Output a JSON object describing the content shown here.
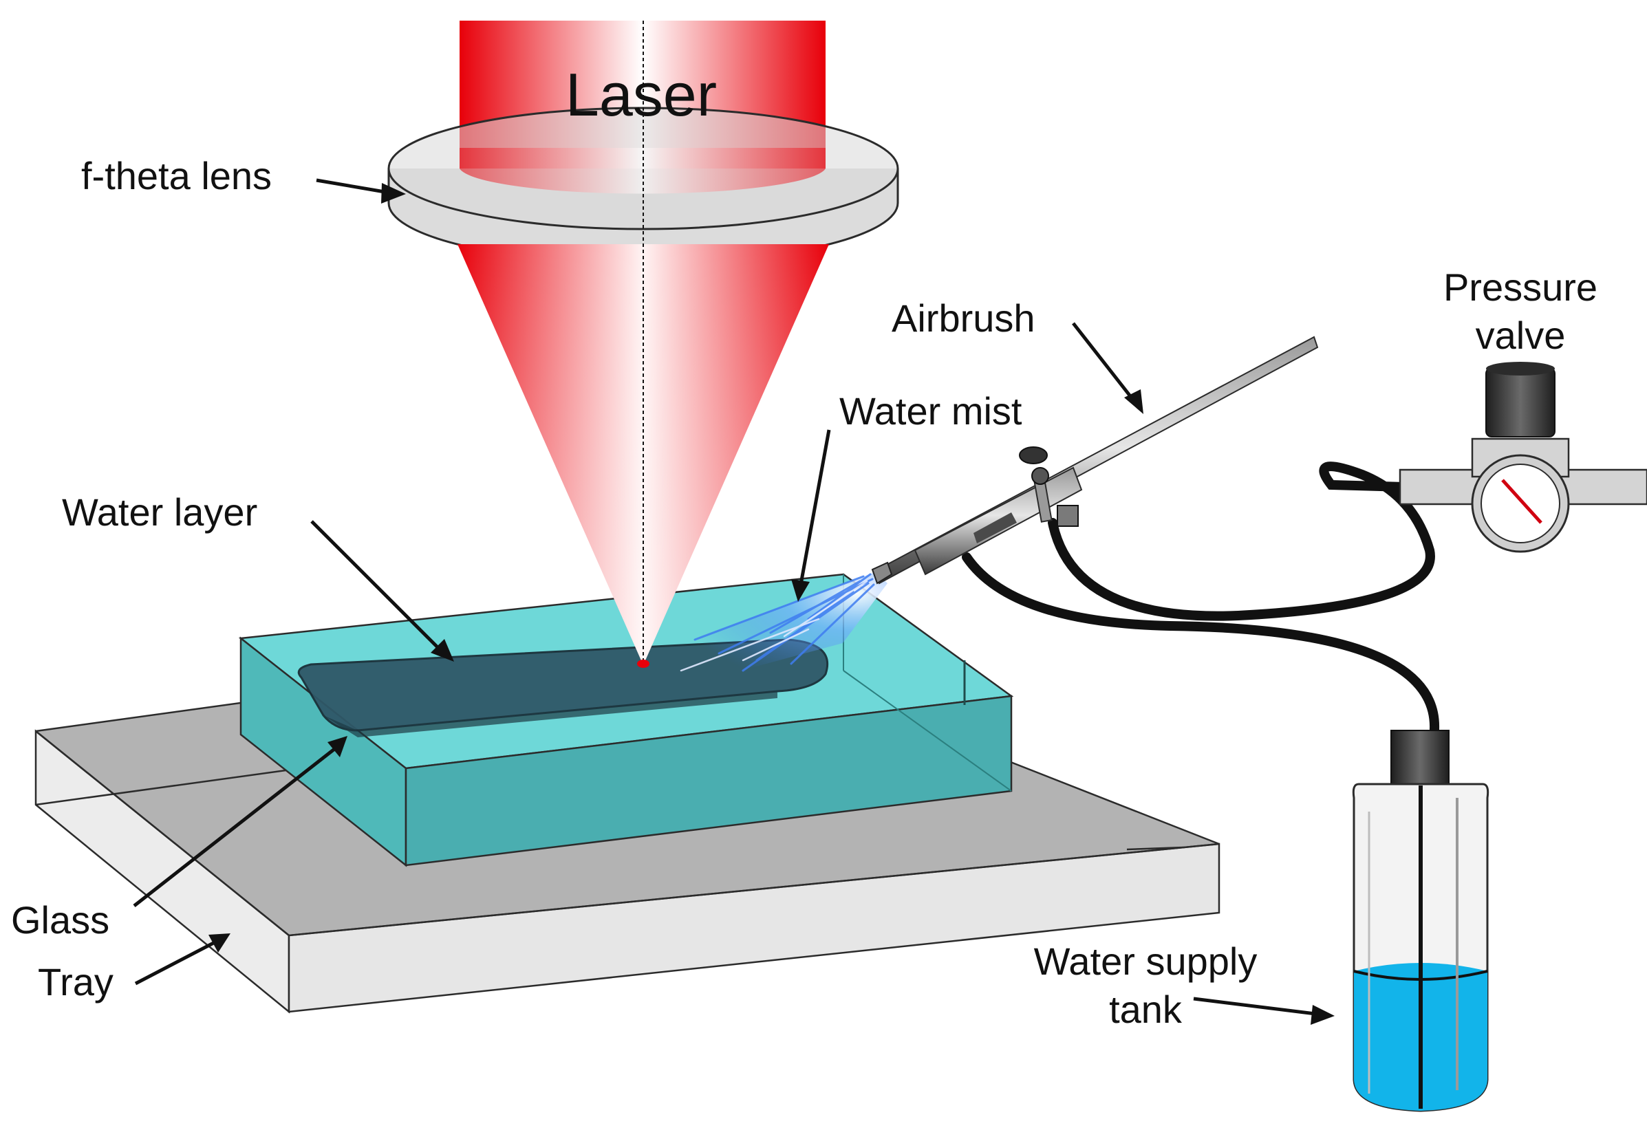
{
  "labels": {
    "laser": "Laser",
    "lens": "f-theta lens",
    "airbrush": "Airbrush",
    "pressure_valve_line1": "Pressure",
    "pressure_valve_line2": "valve",
    "water_mist": "Water mist",
    "water_layer": "Water layer",
    "glass": "Glass",
    "tray": "Tray",
    "water_supply_line1": "Water supply",
    "water_supply_line2": "tank"
  },
  "colors": {
    "laser_red": "#e8000a",
    "glass_cyan": "#5ccfcf",
    "water_blue": "#12b4ea",
    "tray_gray": "#d9d9d9",
    "hose_black": "#111111"
  }
}
